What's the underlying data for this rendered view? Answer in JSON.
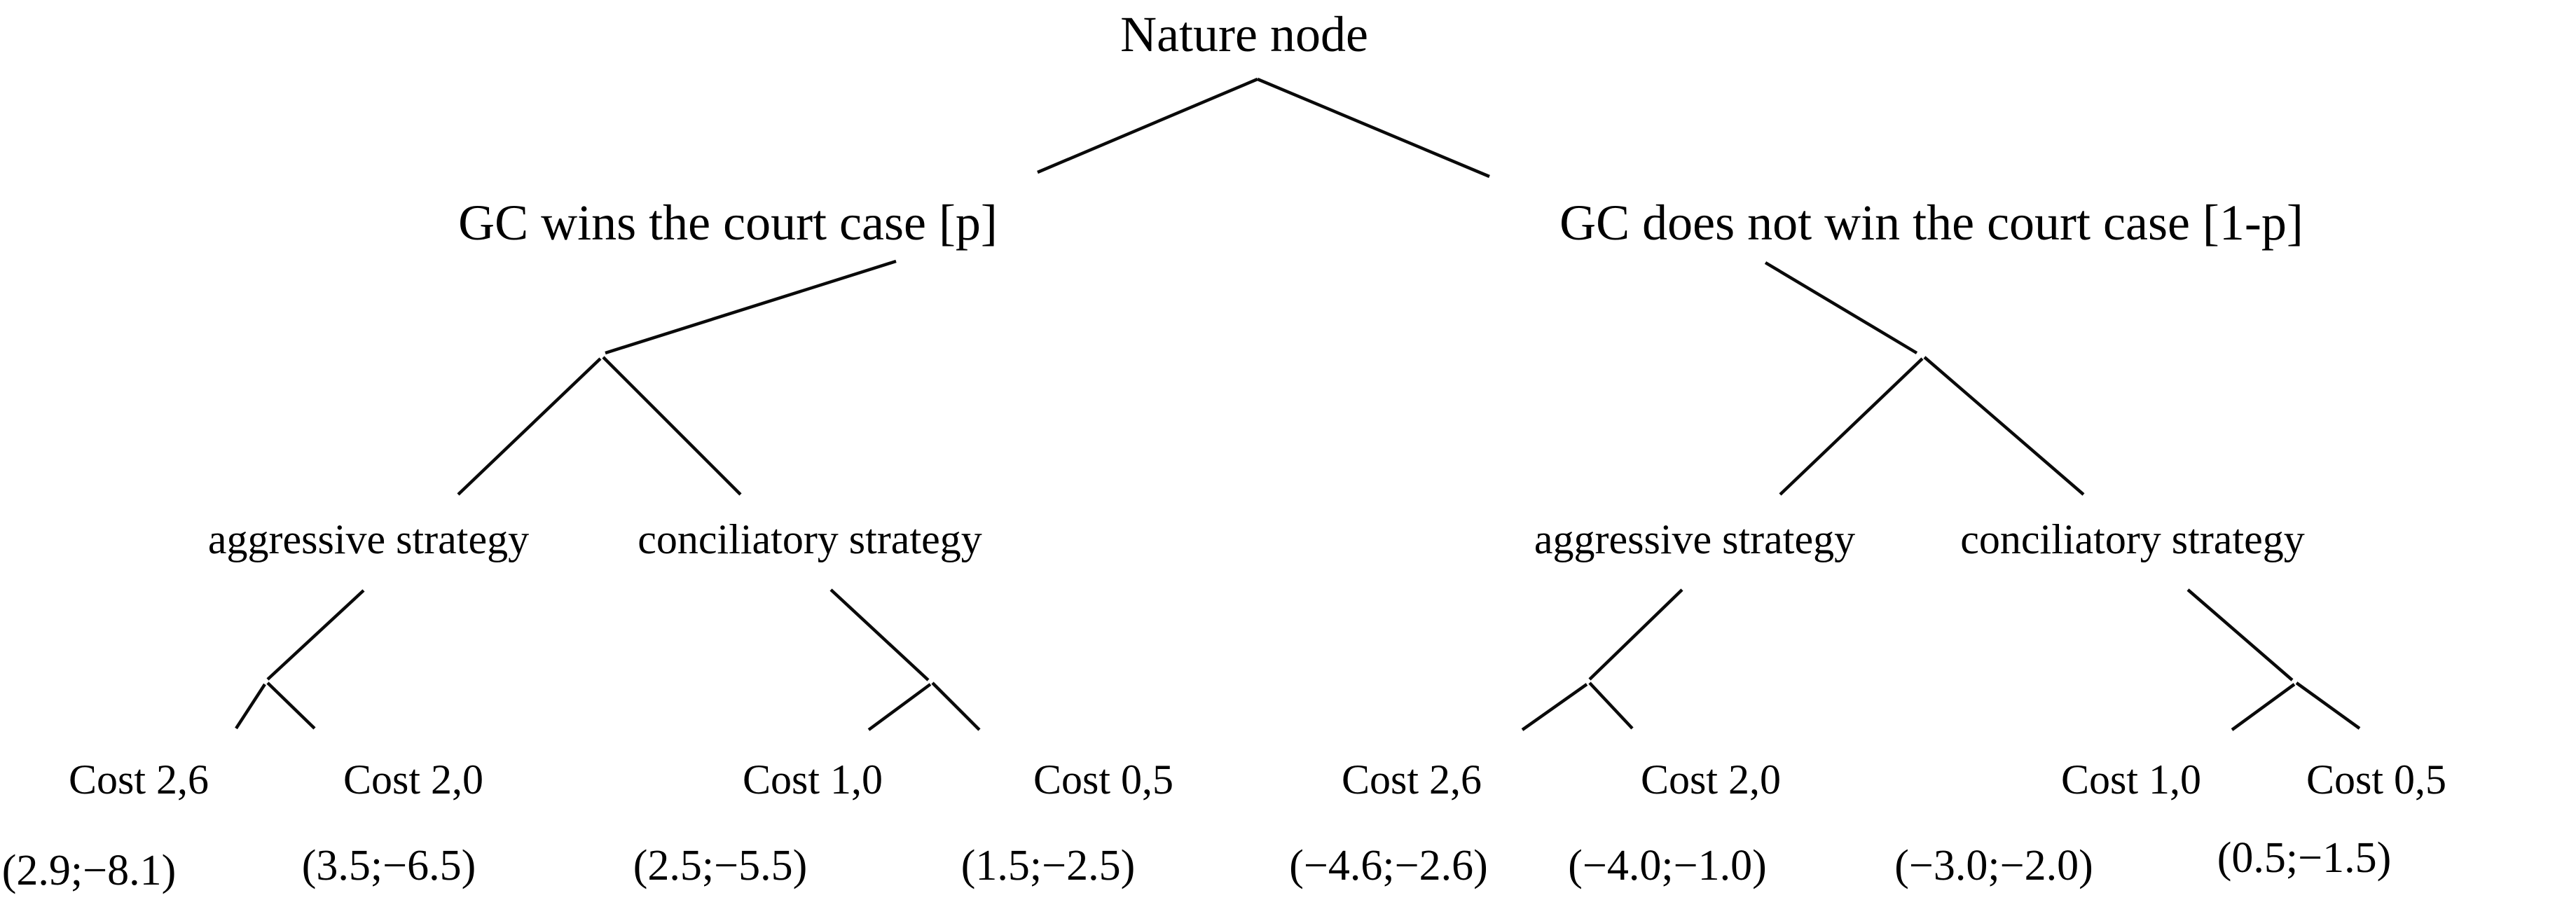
{
  "page": {
    "background": "#ffffff",
    "text_color": "#000000",
    "line_color": "#0a0a0a"
  },
  "tree": {
    "root_label": "Nature node",
    "branches": [
      {
        "label": "GC wins the court case [p]",
        "strategies": [
          {
            "label": "aggressive strategy",
            "outcomes": [
              {
                "cost_label": "Cost 2,6",
                "payoff": "(2.9;−8.1)"
              },
              {
                "cost_label": "Cost 2,0",
                "payoff": "(3.5;−6.5)"
              }
            ]
          },
          {
            "label": "conciliatory strategy",
            "outcomes": [
              {
                "cost_label": "Cost 1,0",
                "payoff": "(2.5;−5.5)"
              },
              {
                "cost_label": "Cost 0,5",
                "payoff": "(1.5;−2.5)"
              }
            ]
          }
        ]
      },
      {
        "label": "GC does not win the court case [1-p]",
        "strategies": [
          {
            "label": "aggressive strategy",
            "outcomes": [
              {
                "cost_label": "Cost 2,6",
                "payoff": "(−4.6;−2.6)"
              },
              {
                "cost_label": "Cost 2,0",
                "payoff": "(−4.0;−1.0)"
              }
            ]
          },
          {
            "label": "conciliatory strategy",
            "outcomes": [
              {
                "cost_label": "Cost 1,0",
                "payoff": "(−3.0;−2.0)"
              },
              {
                "cost_label": "Cost 0,5",
                "payoff": "(0.5;−1.5)"
              }
            ]
          }
        ]
      }
    ]
  }
}
